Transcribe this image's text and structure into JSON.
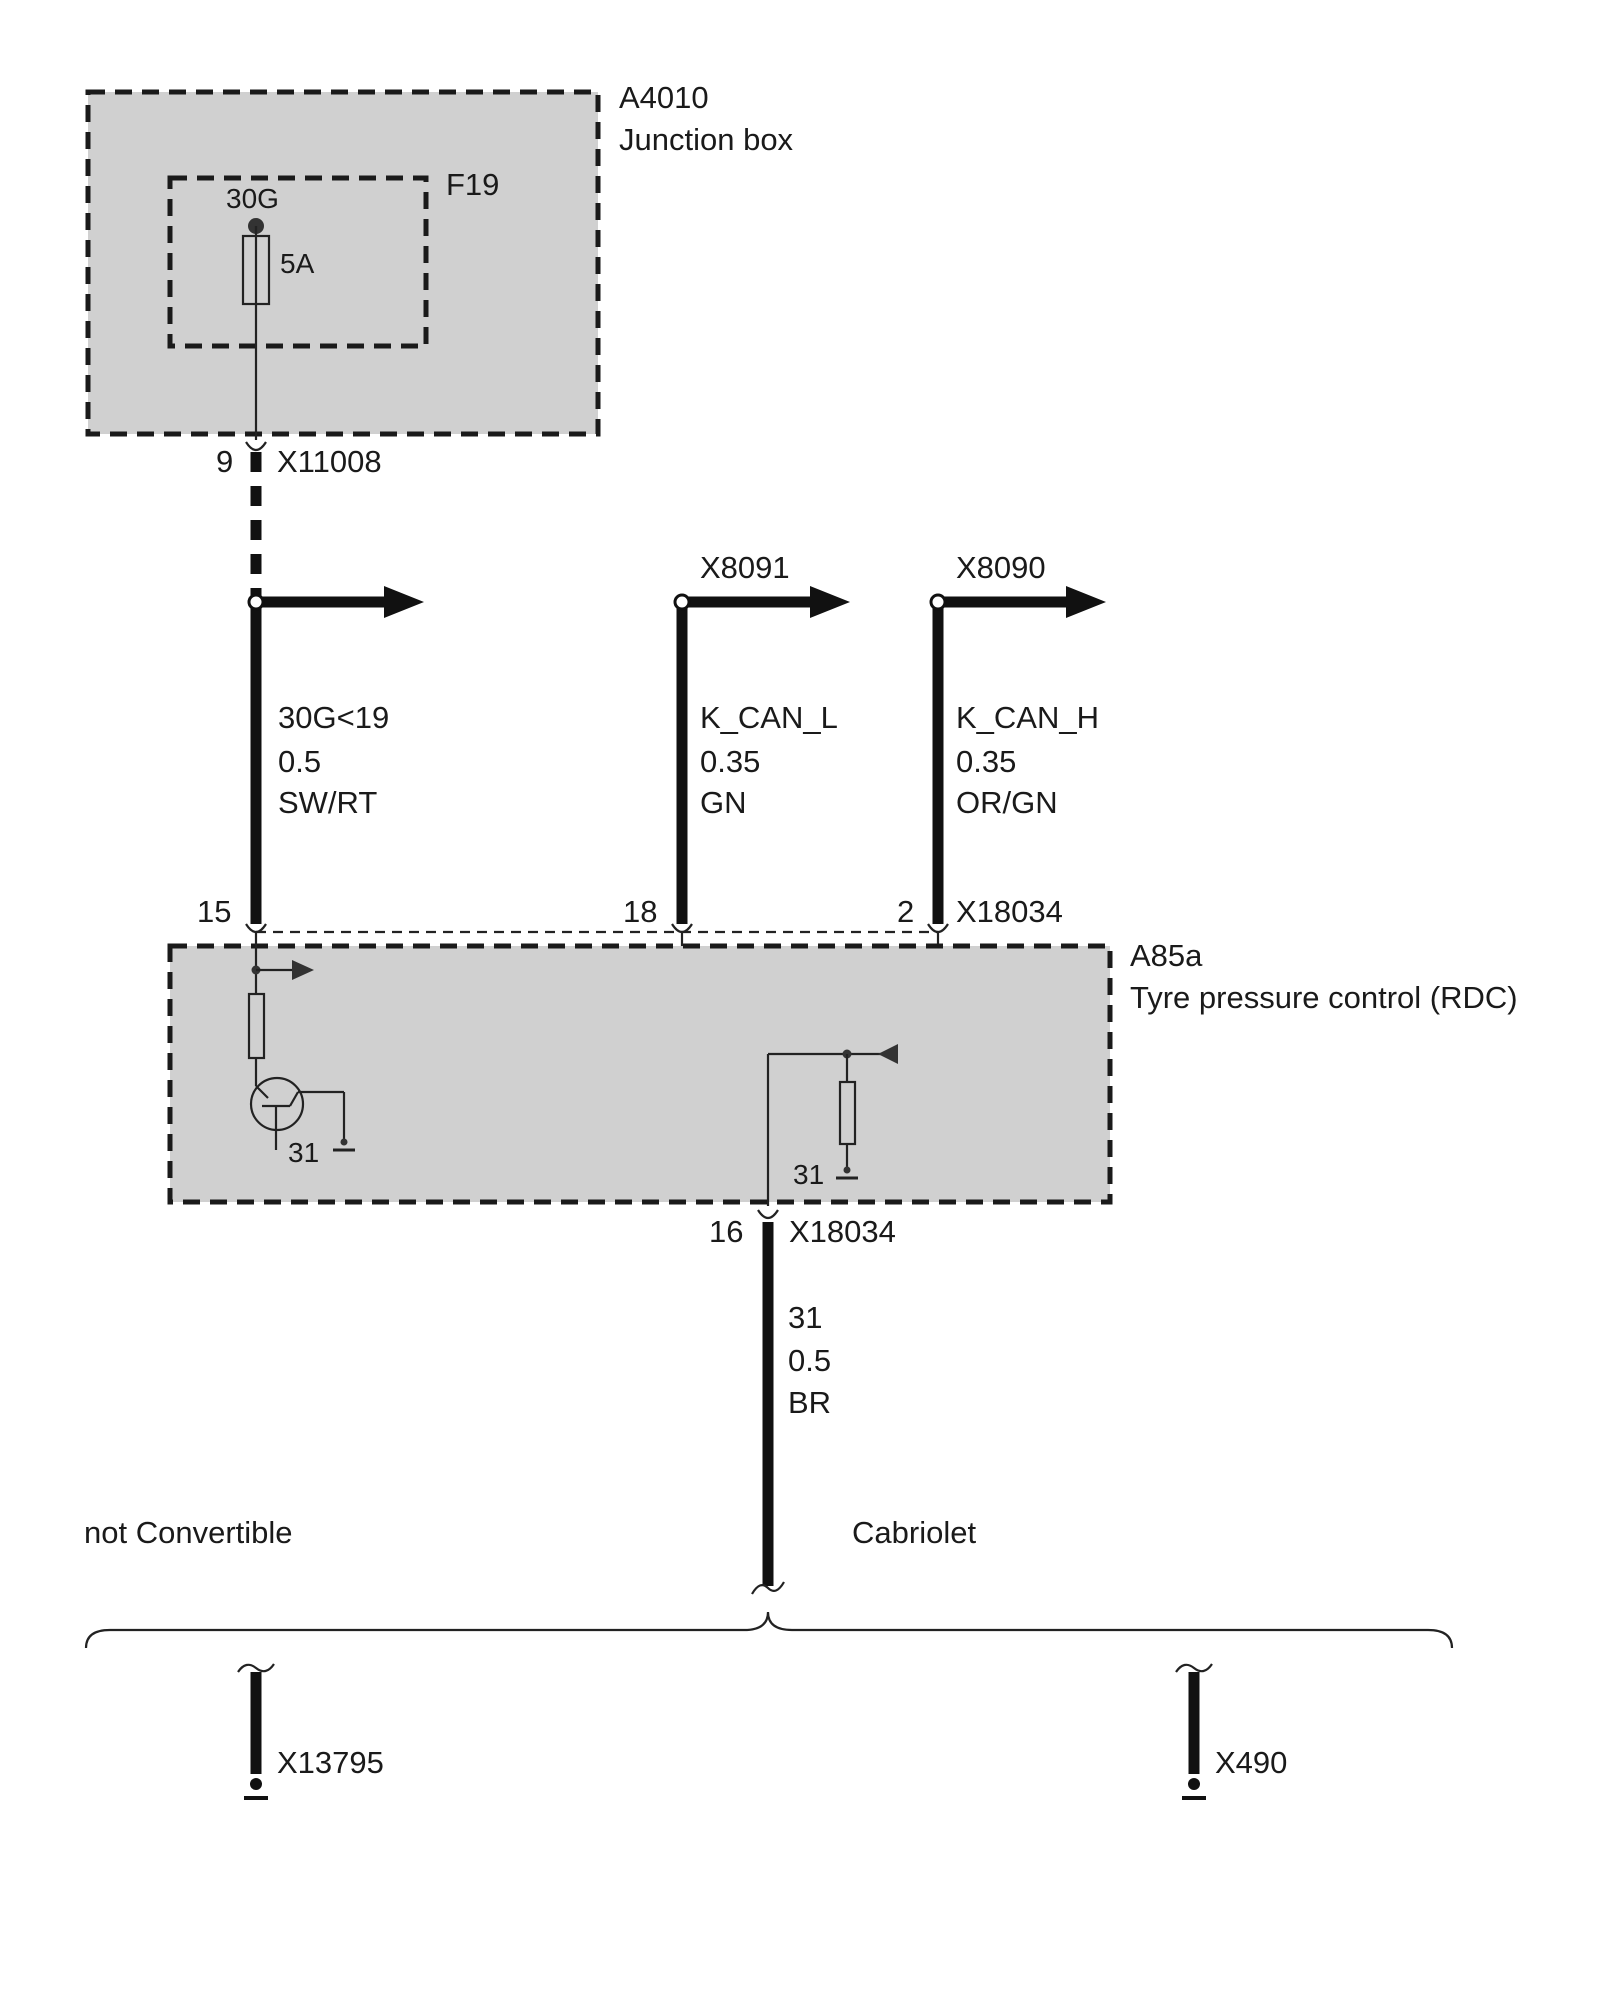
{
  "junction_box": {
    "id": "A4010",
    "name": "Junction box"
  },
  "fuse": {
    "id": "F19",
    "terminal": "30G",
    "rating": "5A"
  },
  "x11008": {
    "pin": "9",
    "connector": "X11008"
  },
  "connectors_top": {
    "can_l": "X8091",
    "can_h": "X8090"
  },
  "wires": {
    "power": {
      "signal": "30G<19",
      "gauge": "0.5",
      "color": "SW/RT"
    },
    "can_l": {
      "signal": "K_CAN_L",
      "gauge": "0.35",
      "color": "GN"
    },
    "can_h": {
      "signal": "K_CAN_H",
      "gauge": "0.35",
      "color": "OR/GN"
    },
    "ground": {
      "signal": "31",
      "gauge": "0.5",
      "color": "BR"
    }
  },
  "module_pins": {
    "p15": "15",
    "p18": "18",
    "p2": "2",
    "connector": "X18034",
    "p16": "16",
    "connector_bottom": "X18034"
  },
  "module": {
    "id": "A85a",
    "name": "Tyre pressure control (RDC)",
    "gnd_left": "31",
    "gnd_right": "31"
  },
  "variants": {
    "left": {
      "label": "not Convertible",
      "connector": "X13795"
    },
    "right": {
      "label": "Cabriolet",
      "connector": "X490"
    }
  }
}
